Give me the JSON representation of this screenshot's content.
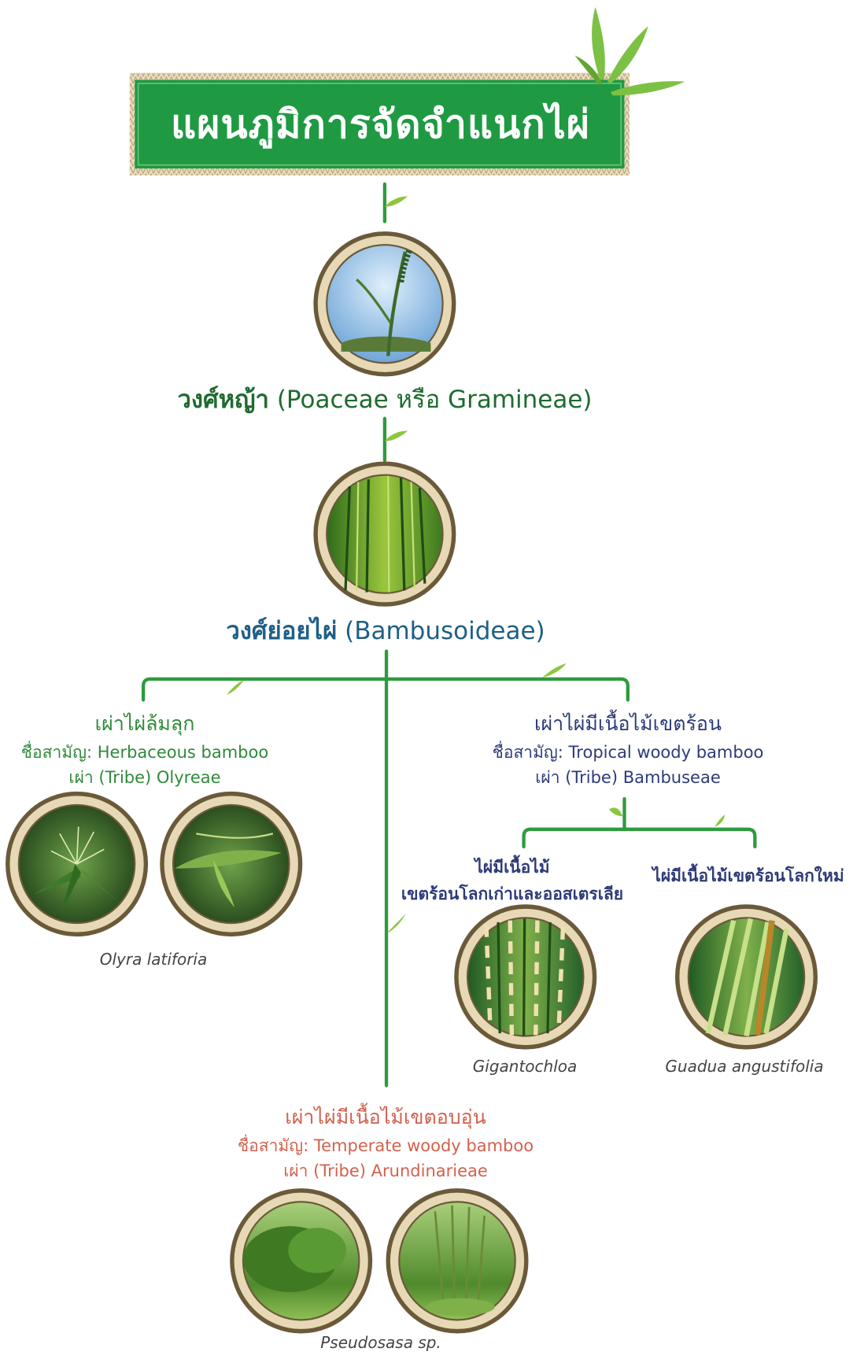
{
  "title": "แผนภูมิการจัดจำแนกไผ่",
  "family": {
    "name_th": "วงศ์หญ้า",
    "name_sci": " (Poaceae หรือ Gramineae)"
  },
  "subfamily": {
    "name_th": "วงศ์ย่อยไผ่",
    "name_sci": " (Bambusoideae)"
  },
  "tribes": {
    "olyreae": {
      "heading": "เผ่าไผ่ล้มลุก",
      "common": "ชื่อสามัญ: Herbaceous bamboo",
      "tribe": "เผ่า (Tribe) Olyreae",
      "caption": "Olyra latiforia"
    },
    "bambuseae": {
      "heading": "เผ่าไผ่มีเนื้อไม้เขตร้อน",
      "common": "ชื่อสามัญ: Tropical woody bamboo",
      "tribe": "เผ่า (Tribe) Bambuseae",
      "old_world": {
        "line1": "ไผ่มีเนื้อไม้",
        "line2": "เขตร้อนโลกเก่าและออสเตรเลีย",
        "caption": "Gigantochloa"
      },
      "new_world": {
        "label": "ไผ่มีเนื้อไม้เขตร้อนโลกใหม่",
        "caption": "Guadua angustifolia"
      }
    },
    "arundinarieae": {
      "heading": "เผ่าไผ่มีเนื้อไม้เขตอบอุ่น",
      "common": "ชื่อสามัญ: Temperate woody bamboo",
      "tribe": "เผ่า (Tribe) Arundinarieae",
      "caption": "Pseudosasa sp."
    }
  },
  "colors": {
    "title_bg": "#1f9a43",
    "connector": "#2e9b3e",
    "frame": "#6b5a3a",
    "family_text": "#1f6b2f",
    "subfamily_text": "#1f5f86",
    "herbaceous_text": "#2f8a3a",
    "tropical_text": "#2e3a78",
    "temperate_text": "#d2614e"
  },
  "images": {
    "grass": "grass-seedhead-photo",
    "bamboo_forest": "bamboo-forest-photo",
    "olyra_1": "olyra-flower-photo",
    "olyra_2": "olyra-leaves-photo",
    "gigantochloa": "gigantochloa-culms-photo",
    "guadua": "guadua-culms-photo",
    "pseudosasa_1": "pseudosasa-clump-photo",
    "pseudosasa_2": "pseudosasa-grove-photo"
  }
}
